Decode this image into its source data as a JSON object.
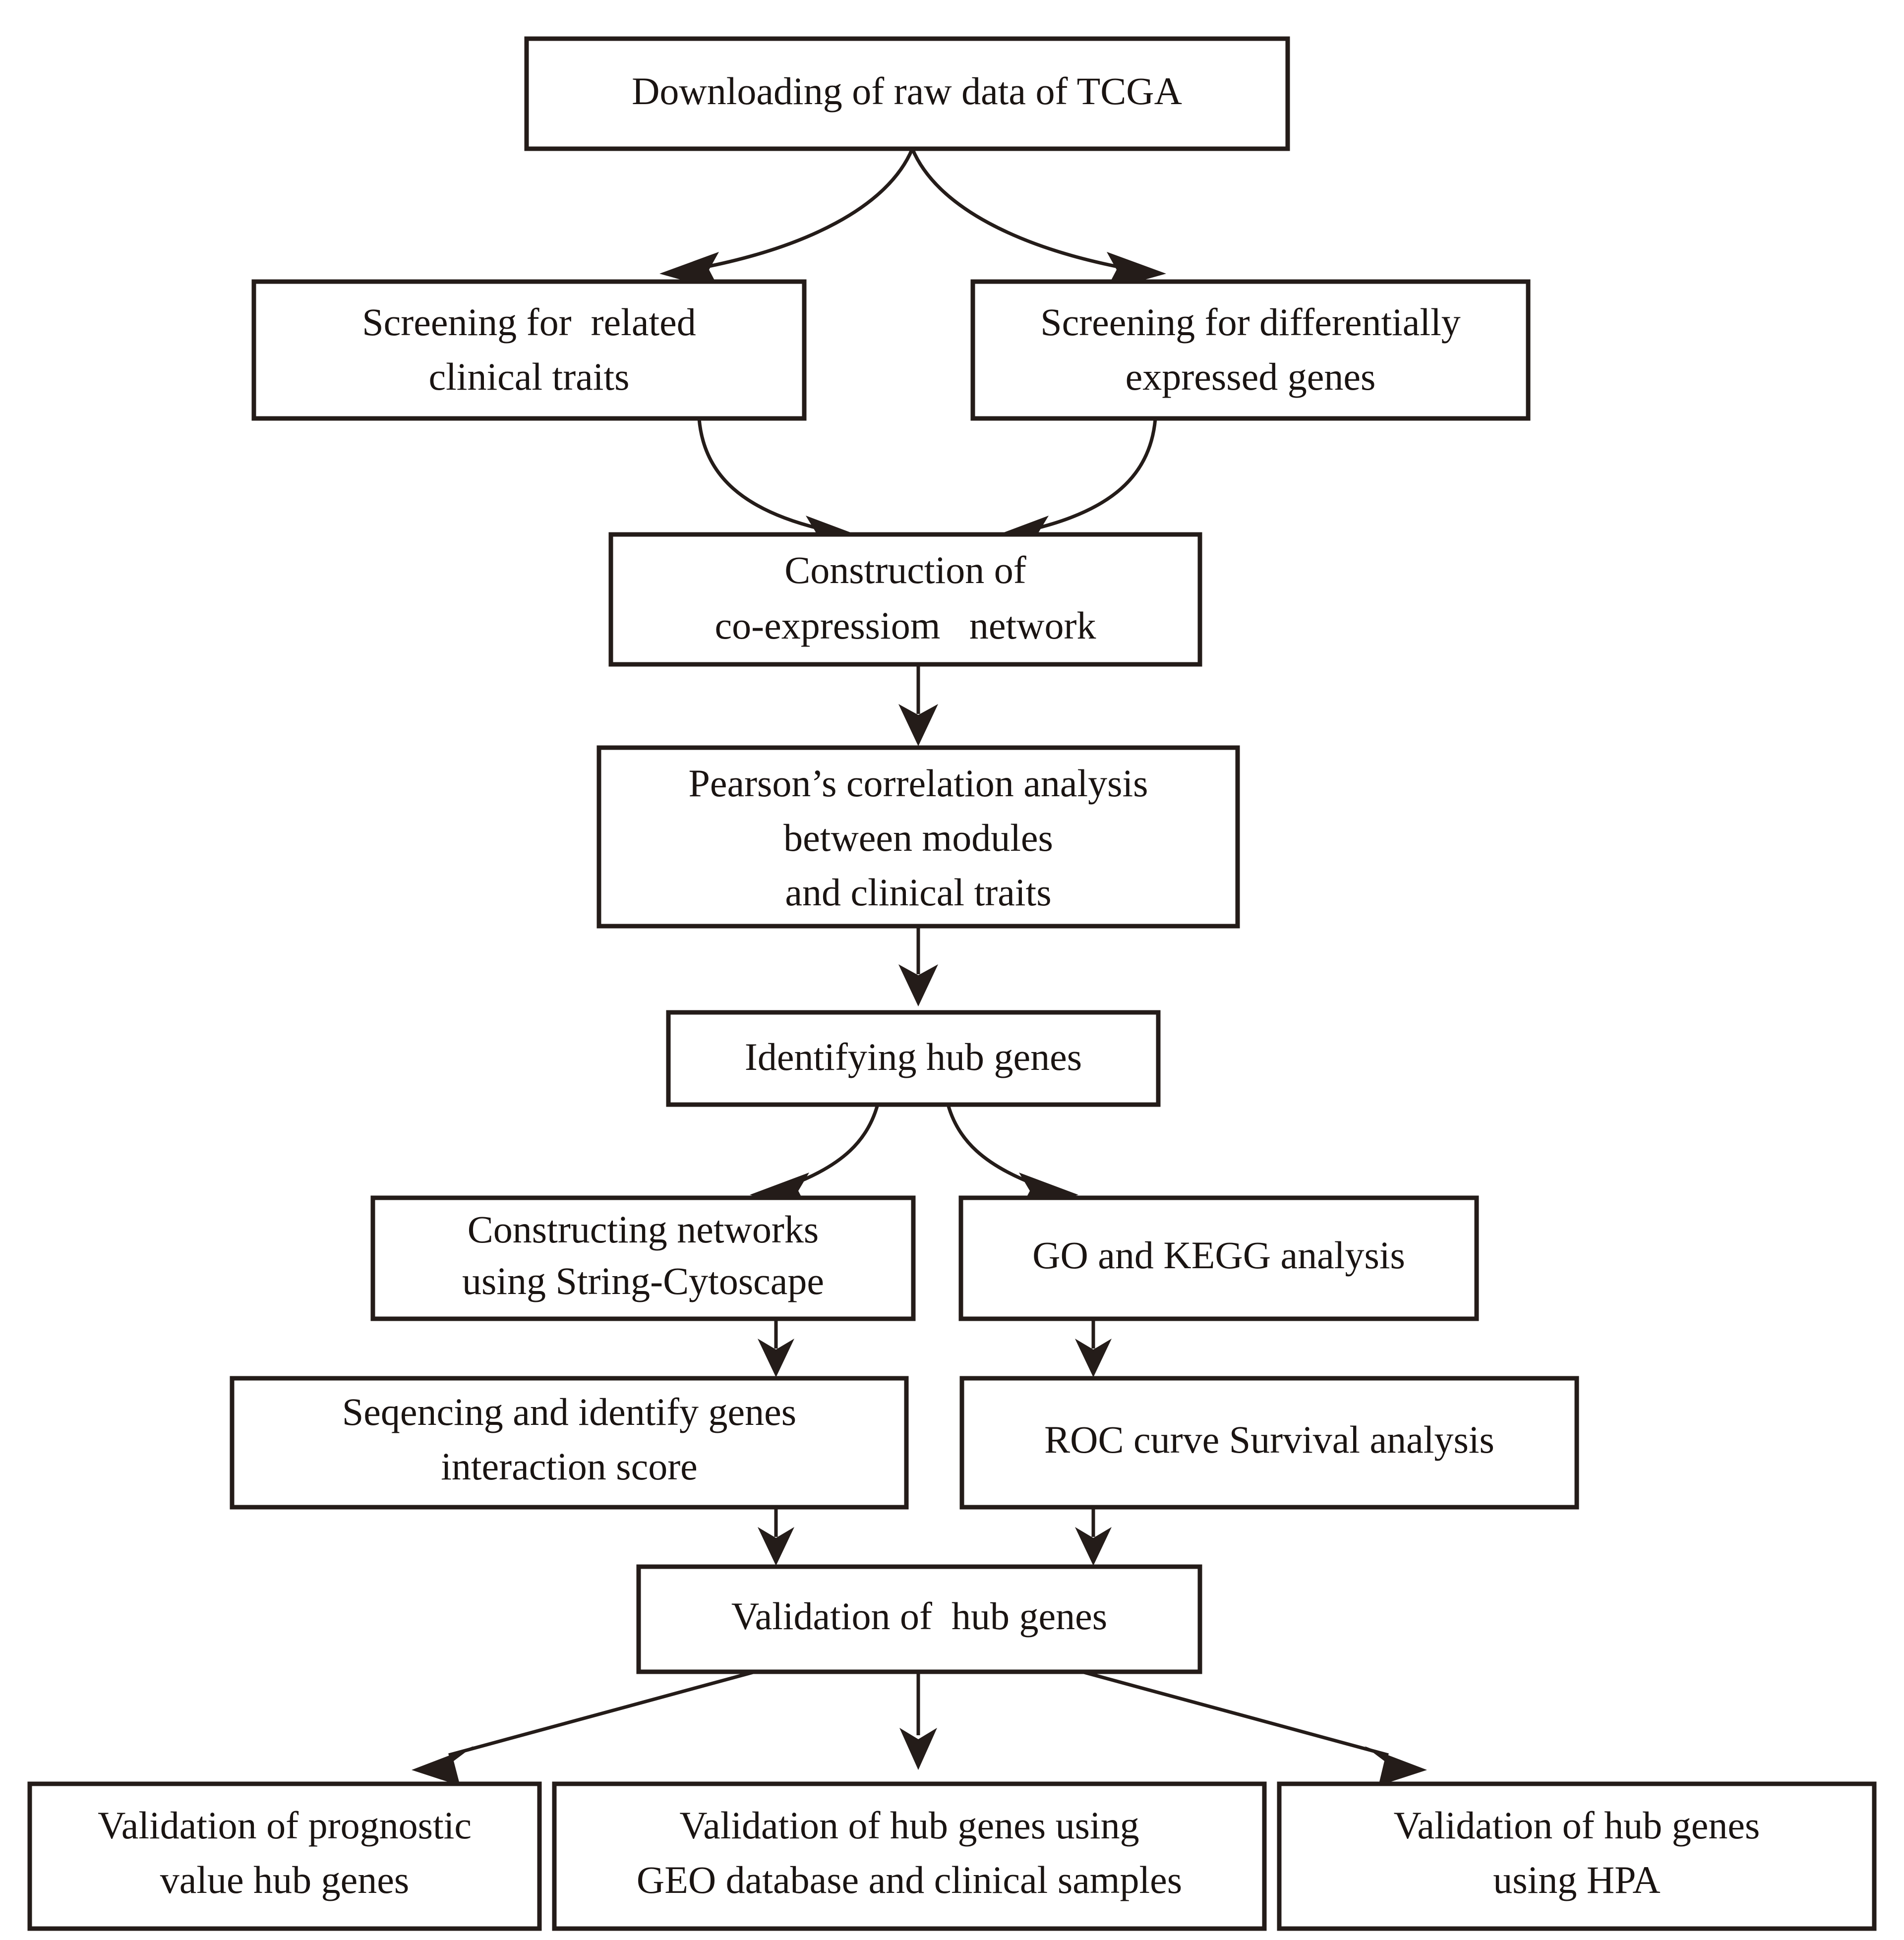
{
  "diagram": {
    "title": "Study workflow flowchart",
    "colors": {
      "box_stroke": "#241c19",
      "box_fill": "#ffffff",
      "edge": "#241c19",
      "text": "#1a1412",
      "background": "#ffffff"
    },
    "nodes": [
      {
        "id": "download",
        "lines": [
          "Downloading of raw data of TCGA"
        ]
      },
      {
        "id": "screen-clinical",
        "lines": [
          "Screening for  related",
          "clinical traits"
        ]
      },
      {
        "id": "screen-degs",
        "lines": [
          "Screening for differentially",
          "expressed genes"
        ]
      },
      {
        "id": "construction",
        "lines": [
          "Construction of",
          "co-expressiom   network"
        ]
      },
      {
        "id": "pearson",
        "lines": [
          "Pearson’s correlation analysis",
          "between modules",
          "and clinical traits"
        ]
      },
      {
        "id": "hub-genes",
        "lines": [
          "Identifying hub genes"
        ]
      },
      {
        "id": "constructing-networks",
        "lines": [
          "Constructing networks",
          "using String-Cytoscape"
        ]
      },
      {
        "id": "go-kegg",
        "lines": [
          "GO and KEGG analysis"
        ]
      },
      {
        "id": "seqencing",
        "lines": [
          "Seqencing and identify genes",
          "interaction score"
        ]
      },
      {
        "id": "roc",
        "lines": [
          "ROC curve Survival analysis"
        ]
      },
      {
        "id": "validation",
        "lines": [
          "Validation of  hub genes"
        ]
      },
      {
        "id": "val-prognostic",
        "lines": [
          "Validation of prognostic",
          "value hub genes"
        ]
      },
      {
        "id": "val-geo",
        "lines": [
          "Validation of hub genes using",
          "GEO database and clinical samples"
        ]
      },
      {
        "id": "val-hpa",
        "lines": [
          "Validation of hub genes",
          "using HPA"
        ]
      }
    ],
    "edges": [
      {
        "id": "download-to-screen-clinical",
        "from": "download",
        "to": "screen-clinical",
        "style": "curved"
      },
      {
        "id": "download-to-screen-degs",
        "from": "download",
        "to": "screen-degs",
        "style": "curved"
      },
      {
        "id": "screen-clinical-to-construction",
        "from": "screen-clinical",
        "to": "construction",
        "style": "curved"
      },
      {
        "id": "screen-degs-to-construction",
        "from": "screen-degs",
        "to": "construction",
        "style": "curved"
      },
      {
        "id": "construction-to-pearson",
        "from": "construction",
        "to": "pearson",
        "style": "straight"
      },
      {
        "id": "pearson-to-hub-genes",
        "from": "pearson",
        "to": "hub-genes",
        "style": "straight"
      },
      {
        "id": "hub-genes-to-constructing-networks",
        "from": "hub-genes",
        "to": "constructing-networks",
        "style": "curved"
      },
      {
        "id": "hub-genes-to-go-kegg",
        "from": "hub-genes",
        "to": "go-kegg",
        "style": "curved"
      },
      {
        "id": "constructing-networks-to-seqencing",
        "from": "constructing-networks",
        "to": "seqencing",
        "style": "straight"
      },
      {
        "id": "go-kegg-to-roc",
        "from": "go-kegg",
        "to": "roc",
        "style": "straight"
      },
      {
        "id": "seqencing-to-validation",
        "from": "seqencing",
        "to": "validation",
        "style": "straight"
      },
      {
        "id": "roc-to-validation",
        "from": "roc",
        "to": "validation",
        "style": "straight"
      },
      {
        "id": "validation-to-val-prognostic",
        "from": "validation",
        "to": "val-prognostic",
        "style": "diagonal"
      },
      {
        "id": "validation-to-val-geo",
        "from": "validation",
        "to": "val-geo",
        "style": "straight"
      },
      {
        "id": "validation-to-val-hpa",
        "from": "validation",
        "to": "val-hpa",
        "style": "diagonal"
      }
    ]
  }
}
